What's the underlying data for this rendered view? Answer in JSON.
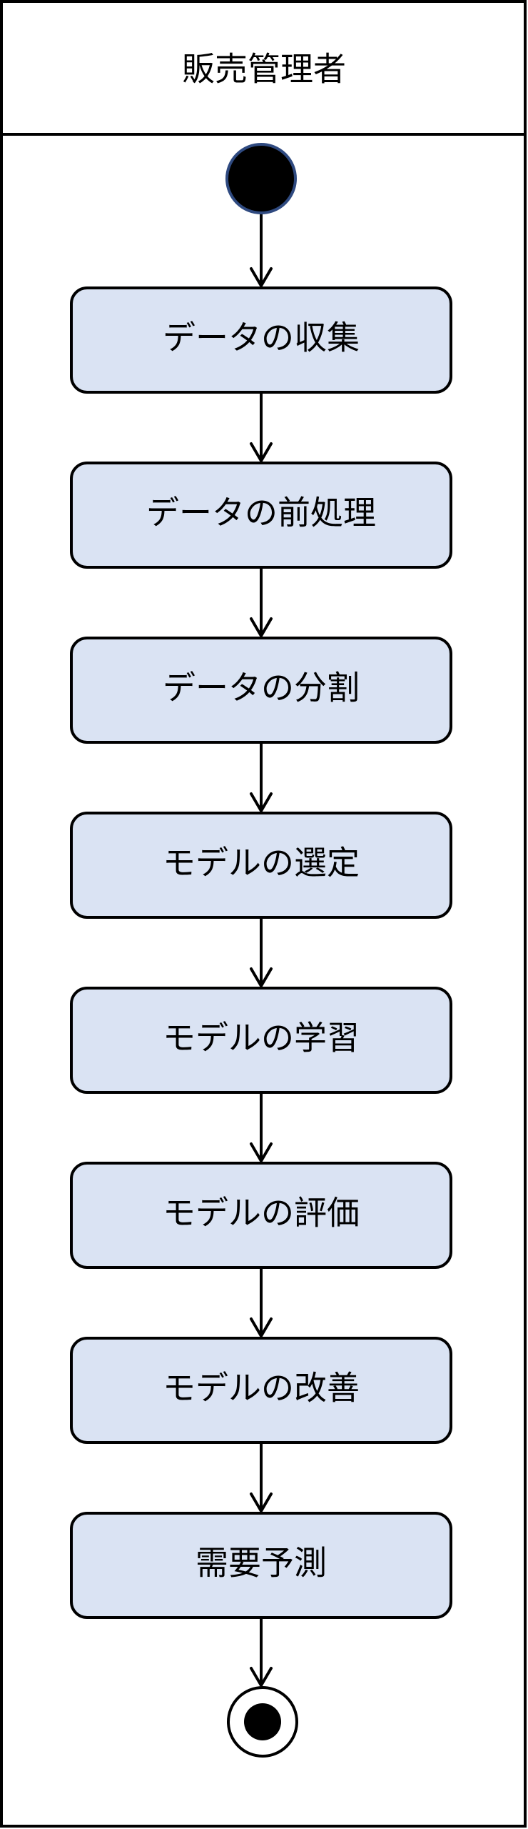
{
  "swimlane": {
    "title": "販売管理者"
  },
  "nodes": [
    {
      "id": "collect",
      "label": "データの収集"
    },
    {
      "id": "preprocess",
      "label": "データの前処理"
    },
    {
      "id": "split",
      "label": "データの分割"
    },
    {
      "id": "select",
      "label": "モデルの選定"
    },
    {
      "id": "train",
      "label": "モデルの学習"
    },
    {
      "id": "evaluate",
      "label": "モデルの評価"
    },
    {
      "id": "improve",
      "label": "モデルの改善"
    },
    {
      "id": "forecast",
      "label": "需要予測"
    }
  ],
  "edges": [
    {
      "from": "start",
      "to": "collect"
    },
    {
      "from": "collect",
      "to": "preprocess"
    },
    {
      "from": "preprocess",
      "to": "split"
    },
    {
      "from": "split",
      "to": "select"
    },
    {
      "from": "select",
      "to": "train"
    },
    {
      "from": "train",
      "to": "evaluate"
    },
    {
      "from": "evaluate",
      "to": "improve"
    },
    {
      "from": "improve",
      "to": "forecast"
    },
    {
      "from": "forecast",
      "to": "end"
    }
  ],
  "colors": {
    "node_fill": "#dae3f3",
    "node_stroke": "#000000",
    "start_fill": "#000000",
    "start_stroke": "#2f4a80"
  }
}
